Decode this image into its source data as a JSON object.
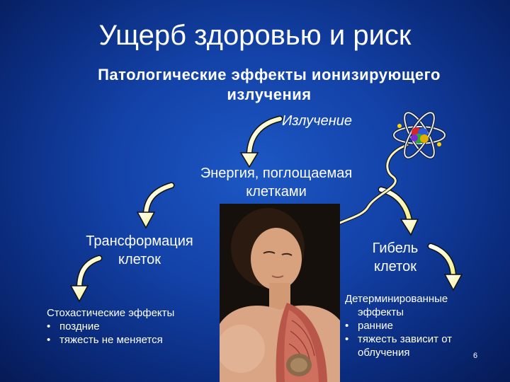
{
  "slide": {
    "title": "Ущерб здоровью и риск",
    "subtitle_line1": "Патологические эффекты ионизирующего",
    "subtitle_line2": "излучения",
    "slide_number": "6"
  },
  "nodes": {
    "radiation": "Излучение",
    "energy_line1": "Энергия, поглощаемая",
    "energy_line2": "клетками",
    "transformation_line1": "Трансформация",
    "transformation_line2": "клеток",
    "death_line1": "Гибель",
    "death_line2": "клеток"
  },
  "stochastic": {
    "heading": "Стохастические эффекты",
    "items": [
      "поздние",
      "тяжесть не меняется"
    ]
  },
  "deterministic": {
    "heading_line1": "Детерминированные",
    "heading_line2": "эффекты",
    "items": [
      "ранние",
      "тяжесть зависит от",
      "облучения"
    ]
  },
  "colors": {
    "background": "#1342a8",
    "arrow_fill": "#ffffb8",
    "text": "#ffffff"
  },
  "icons": {
    "atom": "atom-icon",
    "figure": "human-anatomy-figure"
  }
}
